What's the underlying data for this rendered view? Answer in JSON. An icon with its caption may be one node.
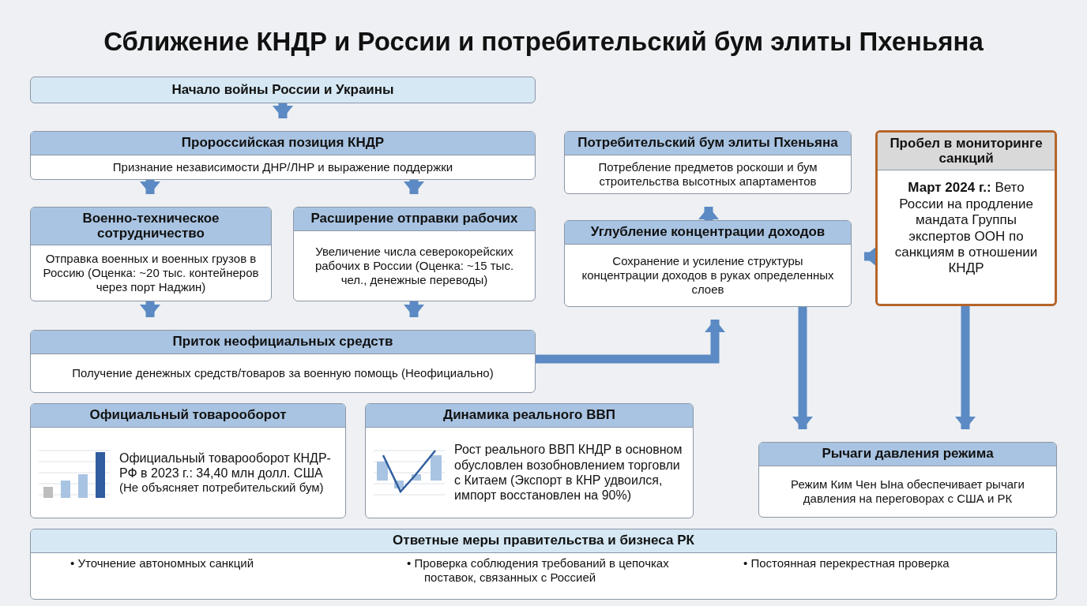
{
  "diagram": {
    "title": "Сближение КНДР и России и потребительский бум элиты Пхеньяна",
    "nodes": [
      {
        "text": [
          "Начало войны России и Украины"
        ]
      },
      {
        "text": [
          "Пророссийская позиция КНДР",
          "Признание независимости ДНР/ЛНР и выражение поддержки"
        ]
      },
      {
        "text": [
          "Военно-техническое сотрудничество",
          "Отправка военных и военных грузов в Россию (Оценка: ~20 тыс. контейнеров через порт Наджин)"
        ]
      },
      {
        "text": [
          "Расширение отправки рабочих",
          "Увеличение числа северокорейских рабочих в России (Оценка: ~15 тыс. чел., денежные переводы)"
        ]
      },
      {
        "text": [
          "Приток неофициальных средств",
          "Получение денежных средств/товаров за военную помощь (Неофициально)"
        ]
      },
      {
        "text": [
          "Потребительский бум элиты Пхеньяна",
          "Потребление предметов роскоши и бум строительства высотных апартаментов"
        ]
      },
      {
        "text": [
          "Углубление концентрации доходов",
          "Сохранение и усиление структуры концентрации доходов в руках определенных слоев"
        ]
      },
      {
        "text": [
          "Пробел в мониторинге санкций",
          "**Март 2024 г.:** Вето России на продление мандата Группы экспертов ООН по санкциям в отношении КНДР"
        ]
      },
      {
        "text": [
          "Рычаги давления режима",
          "Режим Ким Чен Ына обеспечивает рычаги давления на переговорах с США и РК"
        ]
      },
      {
        "text": [
          "Официальный товарооборот",
          "Официальный товарооборот КНДР-РФ в 2023 г.: 34,40 млн долл. США",
          "(Не объясняет потребительский бум)"
        ]
      },
      {
        "text": [
          "Динамика реального ВВП",
          "Рост реального ВВП КНДР в основном обусловлен возобновлением торговли с Китаем (Экспорт в КНР удвоился, импорт восстановлен на 90%)"
        ]
      },
      {
        "text": [
          "Ответные меры правительства и бизнеса РК",
          "• Уточнение автономных санкций",
          "• Проверка соблюдения требований в цепочках поставок, связанных с Россией",
          "• Постоянная перекрестная проверка"
        ]
      }
    ],
    "edges": [
      {
        "from": 0,
        "to": 1,
        "arrow": "to"
      },
      {
        "from": 1,
        "to": 2,
        "arrow": "to"
      },
      {
        "from": 1,
        "to": 3,
        "arrow": "to"
      },
      {
        "from": 2,
        "to": 4,
        "arrow": "to"
      },
      {
        "from": 3,
        "to": 4,
        "arrow": "to"
      },
      {
        "from": 4,
        "to": 6,
        "arrow": "to"
      },
      {
        "from": 6,
        "to": 5,
        "arrow": "to"
      },
      {
        "from": 7,
        "to": 6,
        "arrow": "to"
      },
      {
        "from": 6,
        "to": 8,
        "arrow": "to"
      },
      {
        "from": 7,
        "to": 8,
        "arrow": "to"
      }
    ]
  }
}
